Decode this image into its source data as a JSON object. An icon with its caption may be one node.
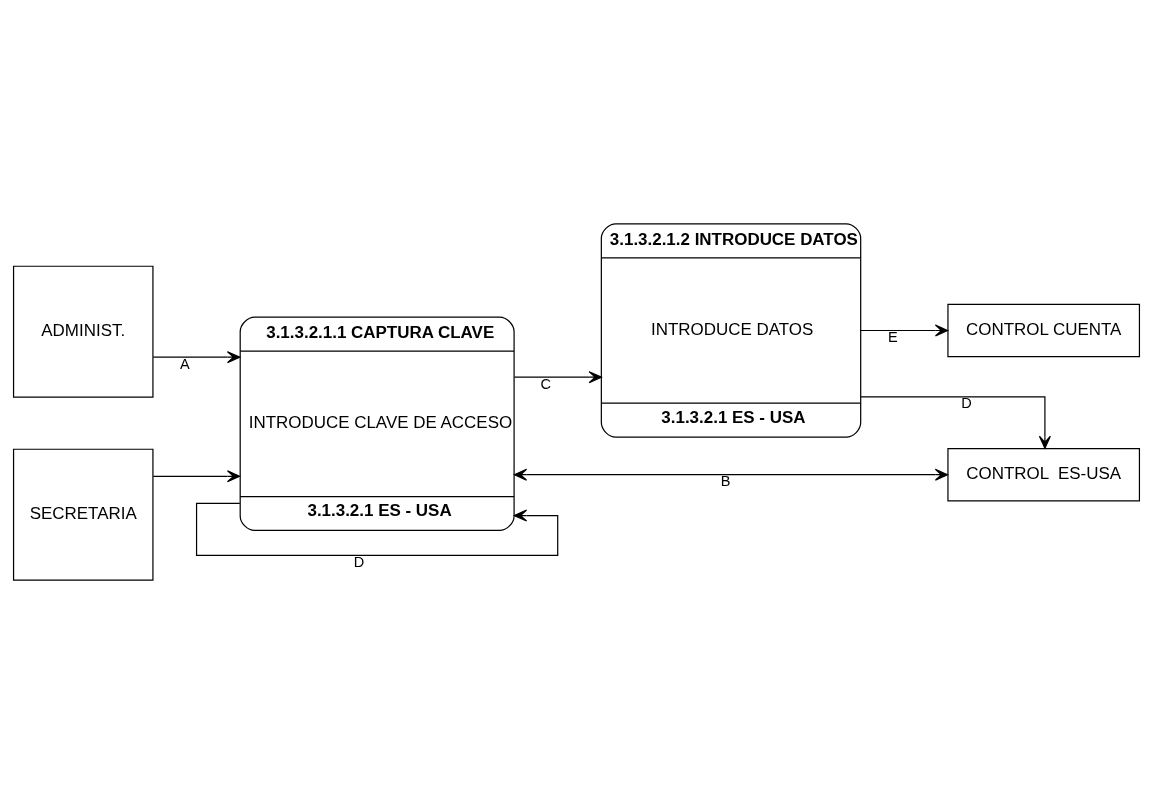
{
  "diagram": {
    "nodes": [
      {
        "text": [
          "ADMINIST."
        ]
      },
      {
        "text": [
          "SECRETARIA"
        ]
      },
      {
        "text": [
          "3.1.3.2.1.1 CAPTURA CLAVE",
          "INTRODUCE CLAVE DE ACCESO",
          "3.1.3.2.1 ES - USA"
        ]
      },
      {
        "text": [
          "3.1.3.2.1.2 INTRODUCE DATOS",
          "INTRODUCE DATOS",
          "3.1.3.2.1 ES - USA"
        ]
      },
      {
        "text": [
          "CONTROL CUENTA"
        ]
      },
      {
        "text": [
          "CONTROL  ES-USA"
        ]
      }
    ],
    "edges": [
      {
        "from": 0,
        "to": 2,
        "arrow": "to",
        "label": "A"
      },
      {
        "from": 1,
        "to": 2,
        "arrow": "to"
      },
      {
        "from": 2,
        "to": 2,
        "arrow": "to",
        "label": "D"
      },
      {
        "from": 2,
        "to": 3,
        "arrow": "to",
        "label": "C"
      },
      {
        "from": 3,
        "to": 4,
        "arrow": "to",
        "label": "E"
      },
      {
        "from": 3,
        "to": 5,
        "arrow": "to",
        "label": "D"
      },
      {
        "from": 2,
        "to": 5,
        "arrow": "both",
        "label": "B"
      }
    ]
  }
}
